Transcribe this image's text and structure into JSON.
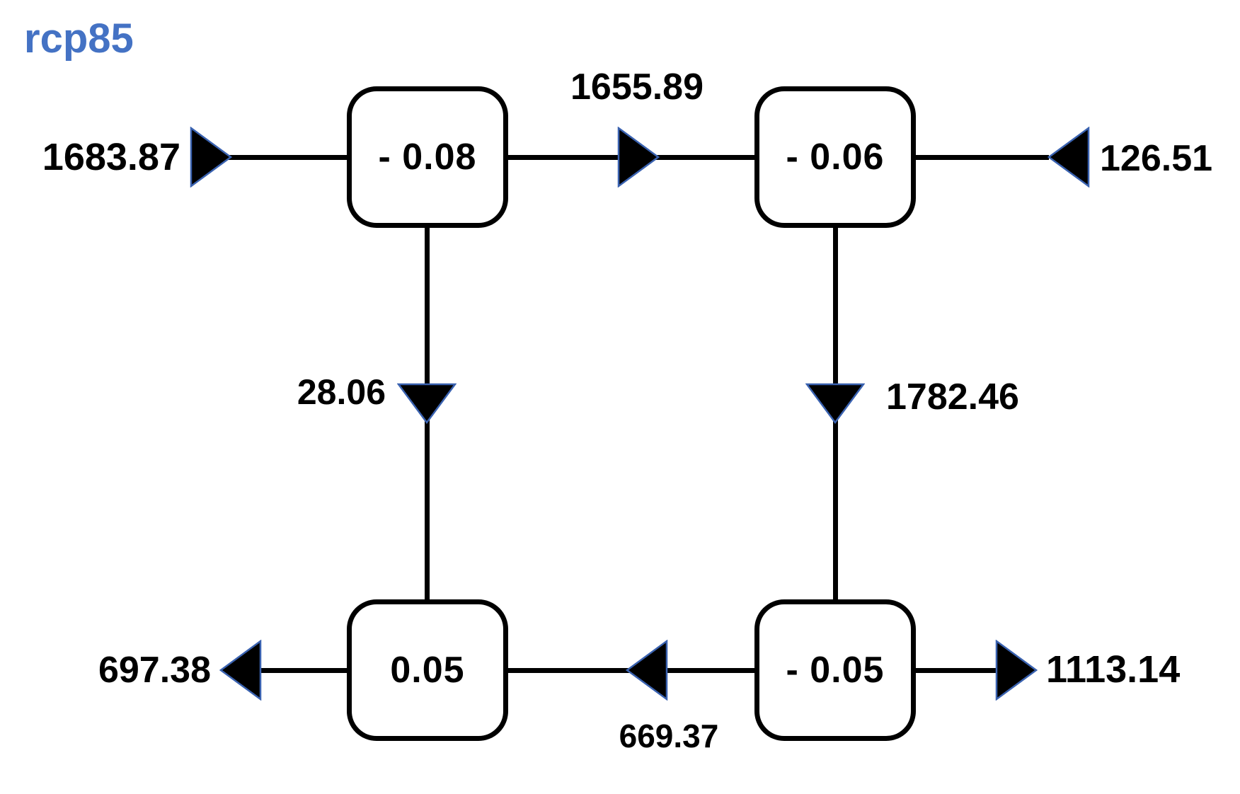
{
  "diagram": {
    "title": "rcp85",
    "colors": {
      "title": "#4472C4",
      "node_border": "#000000",
      "line": "#000000",
      "arrow_fill": "#000000",
      "arrow_outline": "#3A62B0",
      "background": "#FFFFFF",
      "text": "#000000"
    },
    "nodes": [
      {
        "id": "top-left",
        "label": "- 0.08"
      },
      {
        "id": "top-right",
        "label": "- 0.06"
      },
      {
        "id": "bottom-left",
        "label": "0.05"
      },
      {
        "id": "bottom-right",
        "label": "- 0.05"
      }
    ],
    "flows": {
      "external": [
        {
          "name": "inflow-top-left",
          "value": "1683.87",
          "direction": "into top-left node from left"
        },
        {
          "name": "inflow-top-right",
          "value": "126.51",
          "direction": "into top-right node from right"
        },
        {
          "name": "outflow-bottom-left",
          "value": "697.38",
          "direction": "out of bottom-left node to left"
        },
        {
          "name": "outflow-bottom-right",
          "value": "1113.14",
          "direction": "out of bottom-right node to right"
        }
      ],
      "internal": [
        {
          "name": "top-edge",
          "value": "1655.89",
          "from": "top-left",
          "to": "top-right"
        },
        {
          "name": "left-edge",
          "value": "28.06",
          "from": "top-left",
          "to": "bottom-left"
        },
        {
          "name": "right-edge",
          "value": "1782.46",
          "from": "top-right",
          "to": "bottom-right"
        },
        {
          "name": "bottom-edge",
          "value": "669.37",
          "from": "bottom-right",
          "to": "bottom-left"
        }
      ]
    }
  }
}
